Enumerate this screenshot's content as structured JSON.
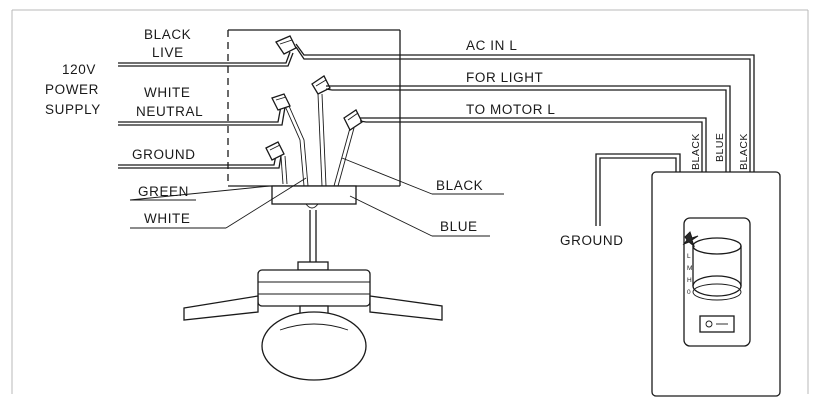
{
  "labels": {
    "black_live_1": "BLACK",
    "black_live_2": "LIVE",
    "power_1": "120V",
    "power_2": "POWER",
    "power_3": "SUPPLY",
    "white_neutral_1": "WHITE",
    "white_neutral_2": "NEUTRAL",
    "ground_left": "GROUND",
    "green": "GREEN",
    "white": "WHITE",
    "ac_in_l": "AC IN L",
    "for_light": "FOR LIGHT",
    "to_motor_l": "TO MOTOR L",
    "black": "BLACK",
    "blue": "BLUE",
    "ground_right": "GROUND"
  },
  "switch_wire_labels": [
    "BLACK",
    "BLUE",
    "BLACK"
  ],
  "control_marks": [
    "L",
    "M",
    "H",
    "0"
  ],
  "icons": [
    "wire-nut-icon",
    "fan-icon",
    "rocker-switch-icon"
  ]
}
